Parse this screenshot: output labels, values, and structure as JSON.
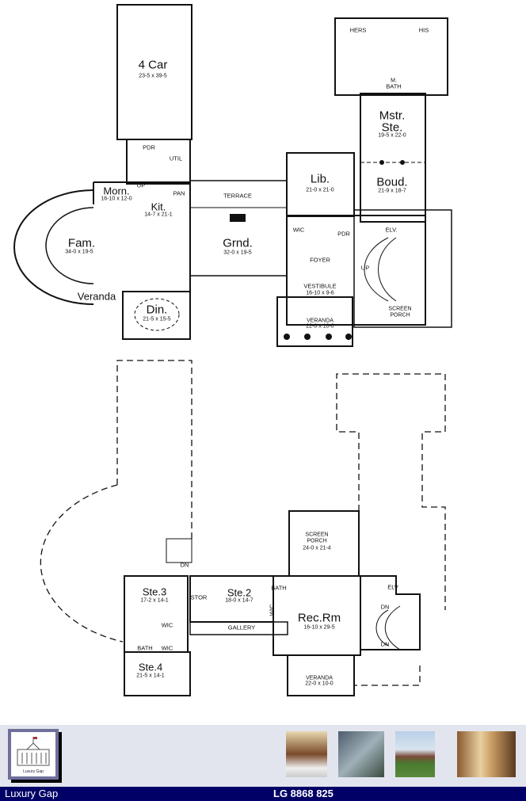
{
  "main_floor": {
    "garage": {
      "name": "4 Car",
      "dims": "23-5 x 39-5"
    },
    "pdr_upper": "PDR",
    "util": "UTIL",
    "morning": {
      "name": "Morn.",
      "dims": "16-10 x 12-0"
    },
    "pantry": "PAN",
    "kitchen": {
      "name": "Kit.",
      "dims": "14-7 x 21-1"
    },
    "up_kitchen": "UP",
    "family": {
      "name": "Fam.",
      "dims": "34-0 x 19-5"
    },
    "veranda_side": "Veranda",
    "dining": {
      "name": "Din.",
      "dims": "21-5 x 15-5"
    },
    "terrace": "TERRACE",
    "grand": {
      "name": "Grnd.",
      "dims": "32-0 x 19-5"
    },
    "library": {
      "name": "Lib.",
      "dims": "21-0 x 21-0"
    },
    "hers": "HERS",
    "his": "HIS",
    "master_bath": [
      "M.",
      "BATH"
    ],
    "master_suite": {
      "name": [
        "Mstr.",
        "Ste."
      ],
      "dims": "19-5 x 22-0"
    },
    "boudoir": {
      "name": "Boud.",
      "dims": "21-9 x 18-7"
    },
    "wic": "WIC",
    "pdr": "PDR",
    "elv": "ELV.",
    "foyer": "FOYER",
    "up": "UP",
    "vestibule": {
      "name": "VESTIBULE",
      "dims": "16-10 x 9-6"
    },
    "veranda": {
      "name": "VERANDA",
      "dims": "22-0 x 10-0"
    },
    "screen_porch": [
      "SCREEN",
      "PORCH"
    ]
  },
  "lower_floor": {
    "dn_stair": "DN",
    "ste3": {
      "name": "Ste.3",
      "dims": "17-2 x 14-1"
    },
    "ste4": {
      "name": "Ste.4",
      "dims": "21-5 x 14-1"
    },
    "bath_left": "BATH",
    "wic_a": "WIC",
    "wic_b": "WIC",
    "stor": "STOR",
    "ste2": {
      "name": "Ste.2",
      "dims": "18-0 x 14-7"
    },
    "bath": "BATH",
    "wic": "WIC",
    "gallery": "GALLERY",
    "screen_porch": {
      "name": [
        "SCREEN",
        "PORCH"
      ],
      "dims": "24-0 x 21-4"
    },
    "rec_room": {
      "name": "Rec.Rm",
      "dims": "16-10 x 29-5"
    },
    "elv": "ELV",
    "dn_a": "DN",
    "dn_b": "DN",
    "veranda": {
      "name": "VERANDA",
      "dims": "22-0 x 10-0"
    }
  },
  "footer": {
    "logo_caption": "Luxury Gap",
    "brand": "Luxury Gap",
    "plan_code": "LG 8868 825",
    "photos": [
      "front-entry-photo",
      "porch-photo",
      "exterior-photo",
      "living-room-photo"
    ]
  }
}
